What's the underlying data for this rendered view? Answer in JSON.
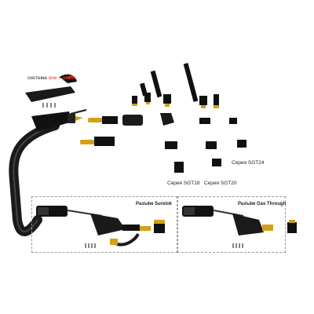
{
  "labels": {
    "system_prefix": "система ",
    "system_one": "one",
    "system_plus_sign": " + ",
    "system_plus": "plus",
    "series_sgt24": "Серия SGT24",
    "series_sgt18": "Серия SGT18",
    "series_sgt20": "Серия SGT20",
    "connector_surelok": "Разъём Surelok",
    "connector_gas": "Разъём Gas Through"
  },
  "colors": {
    "body": "#1a1a1a",
    "accent": "#d4a017",
    "red": "#e0301e",
    "grey": "#9a9a9a"
  }
}
